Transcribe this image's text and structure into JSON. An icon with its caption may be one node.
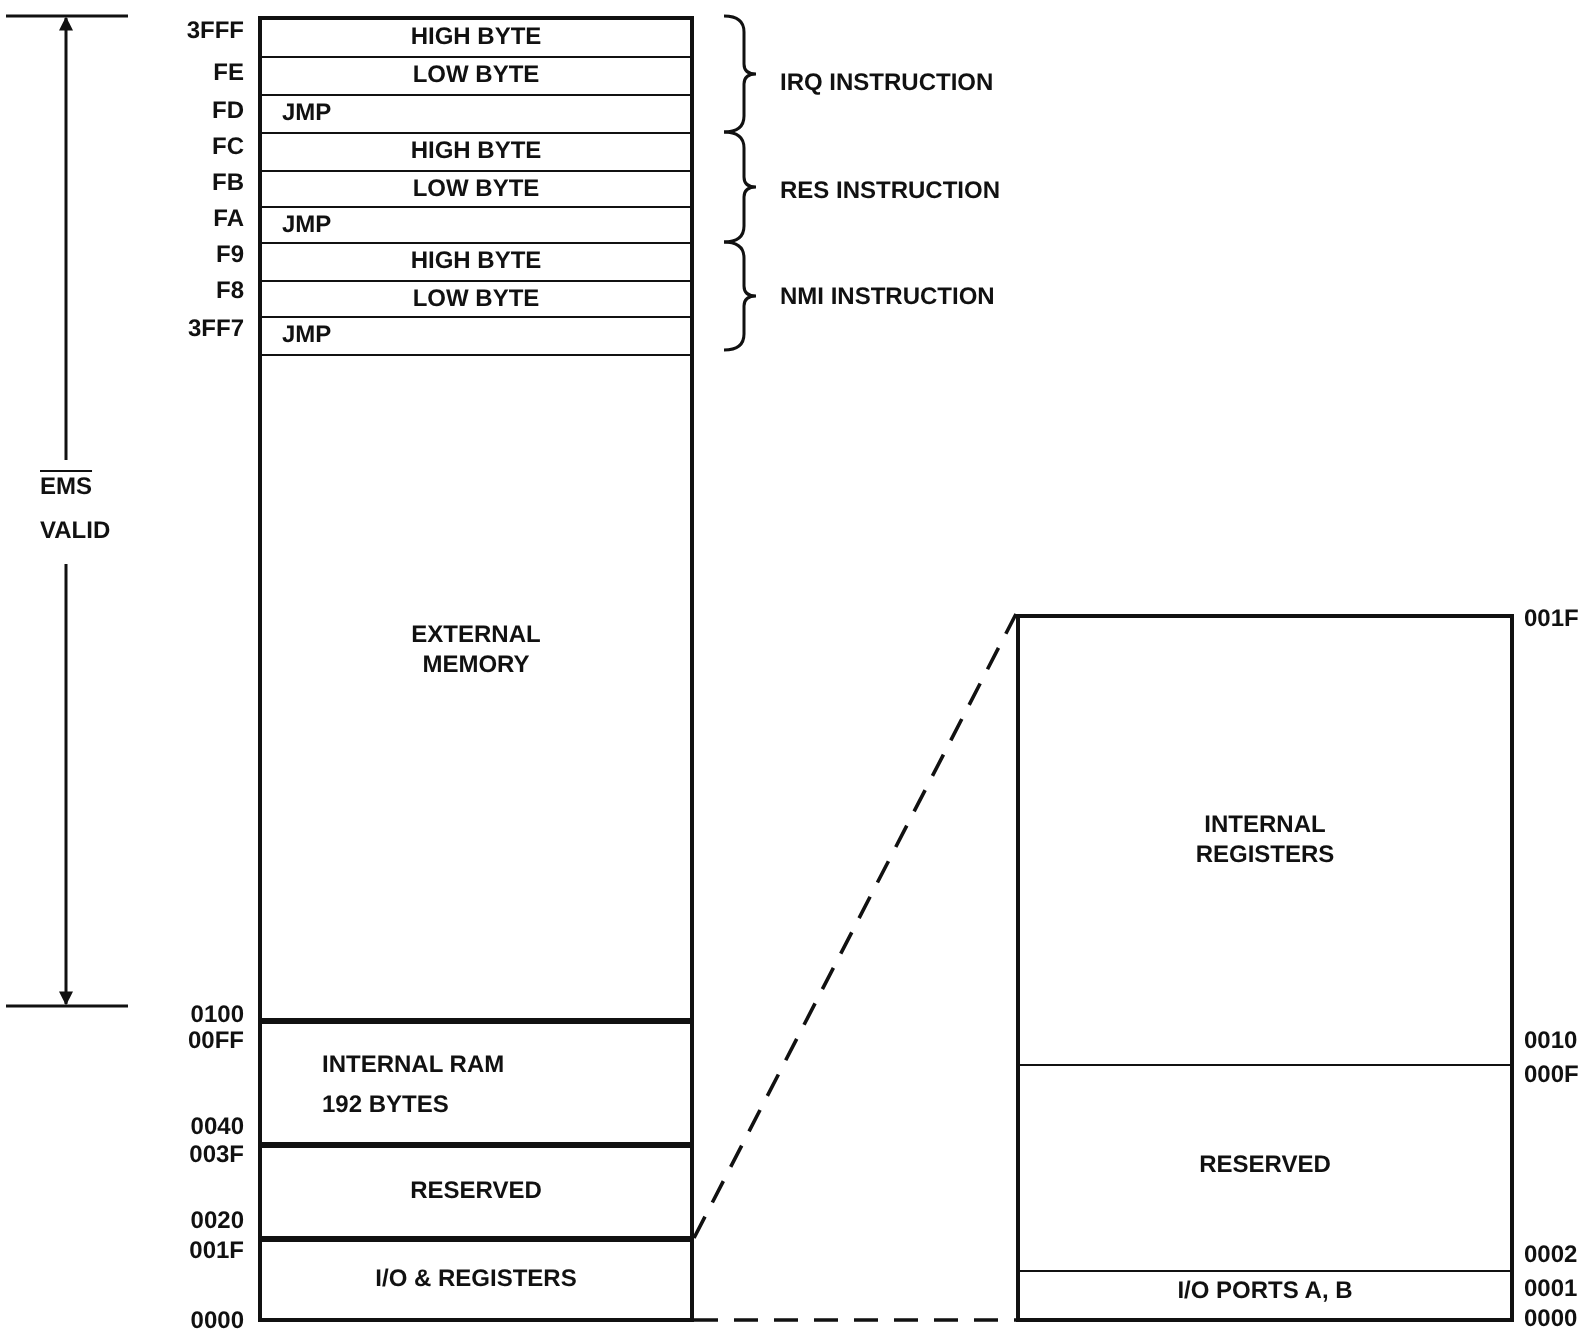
{
  "diagram": {
    "nodes": [
      {
        "text": [
          "EXTERNAL MEMORY"
        ]
      },
      {
        "text": [
          "HIGH BYTE"
        ],
        "in": 0
      },
      {
        "text": [
          "LOW BYTE"
        ],
        "in": 0
      },
      {
        "text": [
          "JMP"
        ],
        "in": 0
      },
      {
        "text": [
          "HIGH BYTE"
        ],
        "in": 0
      },
      {
        "text": [
          "LOW BYTE"
        ],
        "in": 0
      },
      {
        "text": [
          "JMP"
        ],
        "in": 0
      },
      {
        "text": [
          "HIGH BYTE"
        ],
        "in": 0
      },
      {
        "text": [
          "LOW BYTE"
        ],
        "in": 0
      },
      {
        "text": [
          "JMP"
        ],
        "in": 0
      },
      {
        "text": [
          "INTERNAL RAM 192 BYTES"
        ]
      },
      {
        "text": [
          "RESERVED"
        ]
      },
      {
        "text": [
          "I/O & REGISTERS"
        ]
      },
      {
        "text": [],
        "shape": "box"
      },
      {
        "text": [
          "INTERNAL REGISTERS"
        ],
        "in": 13
      },
      {
        "text": [
          "RESERVED"
        ],
        "in": 13
      },
      {
        "text": [
          "I/O PORTS A, B"
        ],
        "in": 13
      }
    ],
    "edges": [
      {
        "from": 12,
        "to": 13,
        "arrow": "none",
        "style": "dashed"
      },
      {
        "from": 12,
        "to": 13,
        "arrow": "none",
        "style": "dashed"
      }
    ],
    "labels": [
      "3FFF",
      "FE",
      "FD",
      "FC",
      "FB",
      "FA",
      "F9",
      "F8",
      "3FF7",
      "IRQ INSTRUCTION",
      "RES INSTRUCTION",
      "NMI INSTRUCTION",
      "EMS",
      "VALID",
      "0100",
      "00FF",
      "0040",
      "003F",
      "0020",
      "001F",
      "0000",
      "001F",
      "0010",
      "000F",
      "0002",
      "0001",
      "0000"
    ]
  }
}
